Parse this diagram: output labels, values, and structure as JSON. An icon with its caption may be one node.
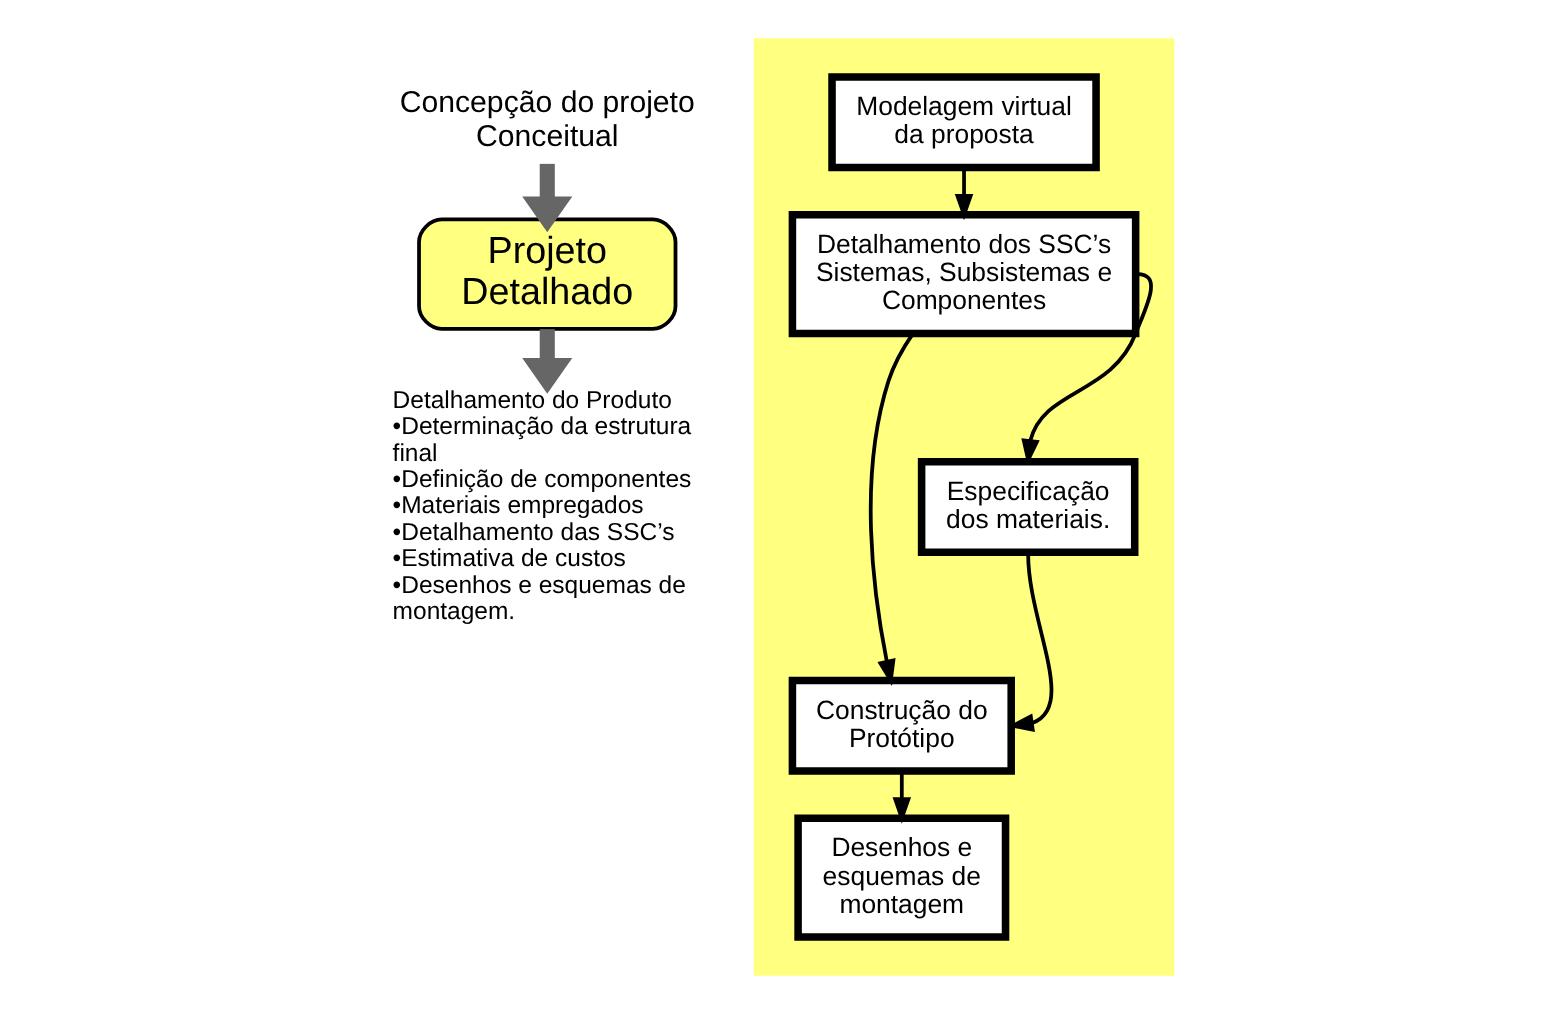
{
  "diagram": {
    "nodes": [
      {
        "text": [
          "Concepção do projeto Conceitual"
        ]
      },
      {
        "text": [
          "Projeto Detalhado"
        ]
      },
      {
        "text": [
          "Detalhamento do Produto",
          "•Determinação da estrutura final",
          "•Definição de componentes",
          "•Materiais empregados",
          "•Detalhamento das SSC’s",
          "•Estimativa de custos",
          "•Desenhos e esquemas de montagem."
        ]
      },
      {
        "text": [],
        "shape": "box"
      },
      {
        "text": [
          "Modelagem virtual da proposta"
        ],
        "in": 3
      },
      {
        "text": [
          "Detalhamento dos SSC’s Sistemas, Subsistemas e Componentes"
        ],
        "in": 3
      },
      {
        "text": [
          "Especificação dos materiais."
        ],
        "in": 3
      },
      {
        "text": [
          "Construção do Protótipo"
        ],
        "in": 3
      },
      {
        "text": [
          "Desenhos e esquemas de montagem"
        ],
        "in": 3
      }
    ],
    "edges": [
      {
        "from": 0,
        "to": 1,
        "arrow": "to",
        "style": "thick",
        "color": "#666666"
      },
      {
        "from": 1,
        "to": 2,
        "arrow": "to",
        "style": "thick",
        "color": "#666666"
      },
      {
        "from": 4,
        "to": 5,
        "arrow": "to"
      },
      {
        "from": 5,
        "to": 7,
        "arrow": "to"
      },
      {
        "from": 5,
        "to": 6,
        "arrow": "to"
      },
      {
        "from": 6,
        "to": 7,
        "arrow": "to"
      },
      {
        "from": 7,
        "to": 8,
        "arrow": "to"
      }
    ]
  }
}
